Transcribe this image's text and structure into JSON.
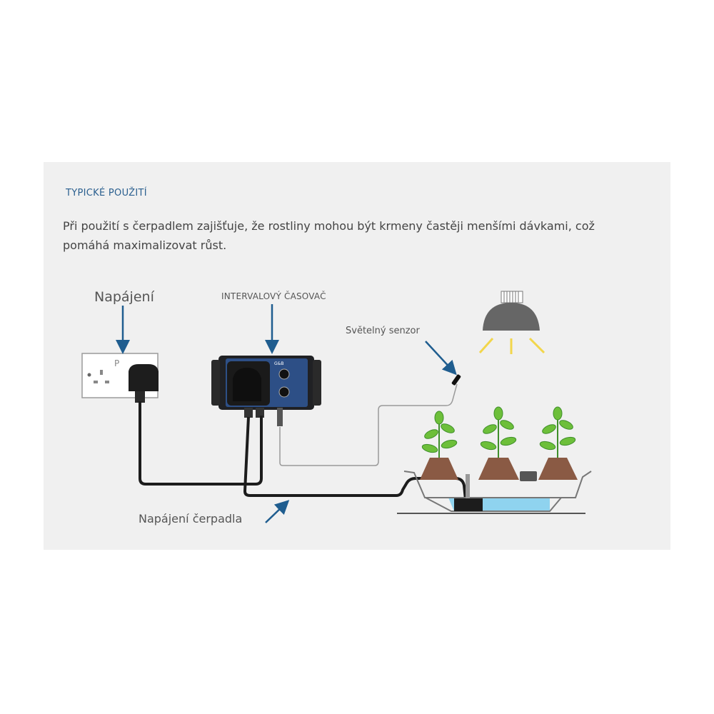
{
  "section": {
    "heading": "TYPICKÉ POUŽITÍ",
    "description": "Při použití s čerpadlem zajišťuje, že rostliny mohou být krmeny častěji menšími dávkami, což pomáhá maximalizovat růst."
  },
  "labels": {
    "power": "Napájení",
    "timer": "INTERVALOVÝ ČASOVAČ",
    "light_sensor": "Světelný senzor",
    "pump_power": "Napájení čerpadla"
  },
  "device": {
    "socket_letter": "P",
    "brand": "G&B"
  },
  "colors": {
    "panel_bg": "#f0f0f0",
    "arrow": "#1f5d8f",
    "heading": "#2a5f8f",
    "water": "#8fd3ef",
    "soil": "#8a5a44",
    "leaf": "#6dbf3a",
    "lamp": "#666666",
    "light_rays": "#f2d64b"
  }
}
